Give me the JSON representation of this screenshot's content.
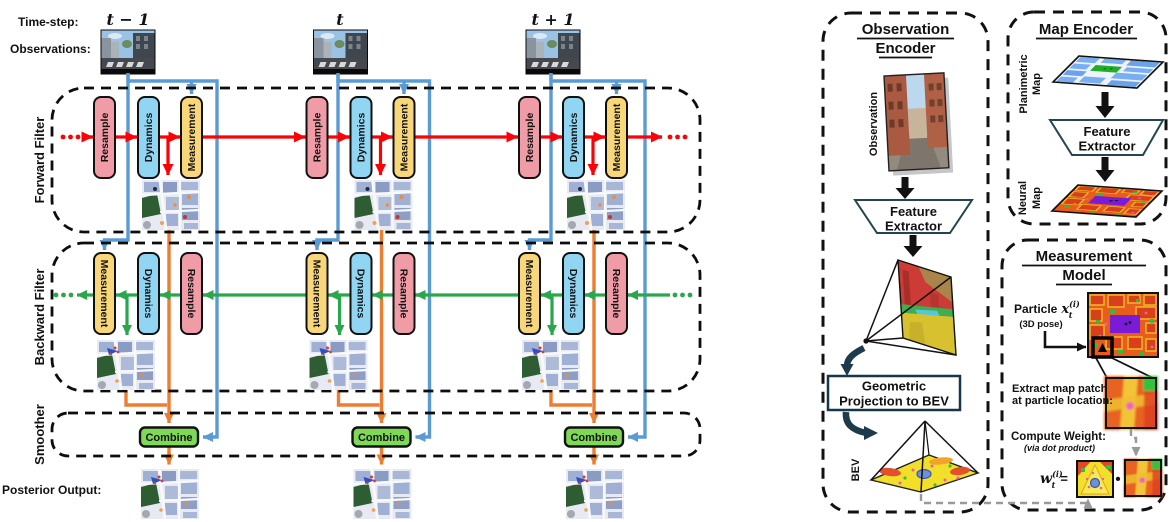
{
  "left": {
    "time_step_label": "Time-step:",
    "observations_label": "Observations:",
    "posterior_output_label": "Posterior Output:",
    "times": [
      "t − 1",
      "t",
      "t + 1"
    ],
    "forward_filter_label": "Forward Filter",
    "backward_filter_label": "Backward Filter",
    "smoother_label": "Smoother",
    "resample_label": "Resample",
    "dynamics_label": "Dynamics",
    "measurement_label": "Measurement",
    "combine_label": "Combine"
  },
  "right": {
    "observation_encoder": {
      "title_line1": "Observation",
      "title_line2": "Encoder",
      "observation_image_label": "Observation",
      "feature_extractor_line1": "Feature",
      "feature_extractor_line2": "Extractor",
      "projection_line1": "Geometric",
      "projection_line2": "Projection to BEV",
      "bev_label": "BEV"
    },
    "map_encoder": {
      "title": "Map Encoder",
      "planimetric_line1": "Planimetric",
      "planimetric_line2": "Map",
      "feature_extractor_line1": "Feature",
      "feature_extractor_line2": "Extractor",
      "neural_line1": "Neural",
      "neural_line2": "Map"
    },
    "measurement_model": {
      "title_line1": "Measurement",
      "title_line2": "Model",
      "particle_label": "Particle",
      "particle_var": "x",
      "particle_sub": "t",
      "particle_sup": "(i)",
      "pose_label": "(3D pose)",
      "extract_line1": "Extract map patch",
      "extract_line2": "at particle location:",
      "weight_label": "Compute Weight:",
      "weight_note": "(via dot product)",
      "weight_var": "w",
      "weight_sub": "t",
      "weight_sup": "(i)",
      "equals_sign": "=",
      "dot_sign": "•"
    }
  },
  "colors": {
    "resample_fill": "#F09CA6",
    "dynamics_fill": "#90D5F2",
    "measurement_fill": "#F8D77A",
    "combine_fill": "#7ED957",
    "forward_arrow": "#FB0207",
    "backward_arrow": "#2AA74D",
    "observation_line": "#5B9BD5",
    "posterior_line": "#ED7D31",
    "dashed_connector": "#999999",
    "projection_arrow": "#1D3B4D"
  }
}
